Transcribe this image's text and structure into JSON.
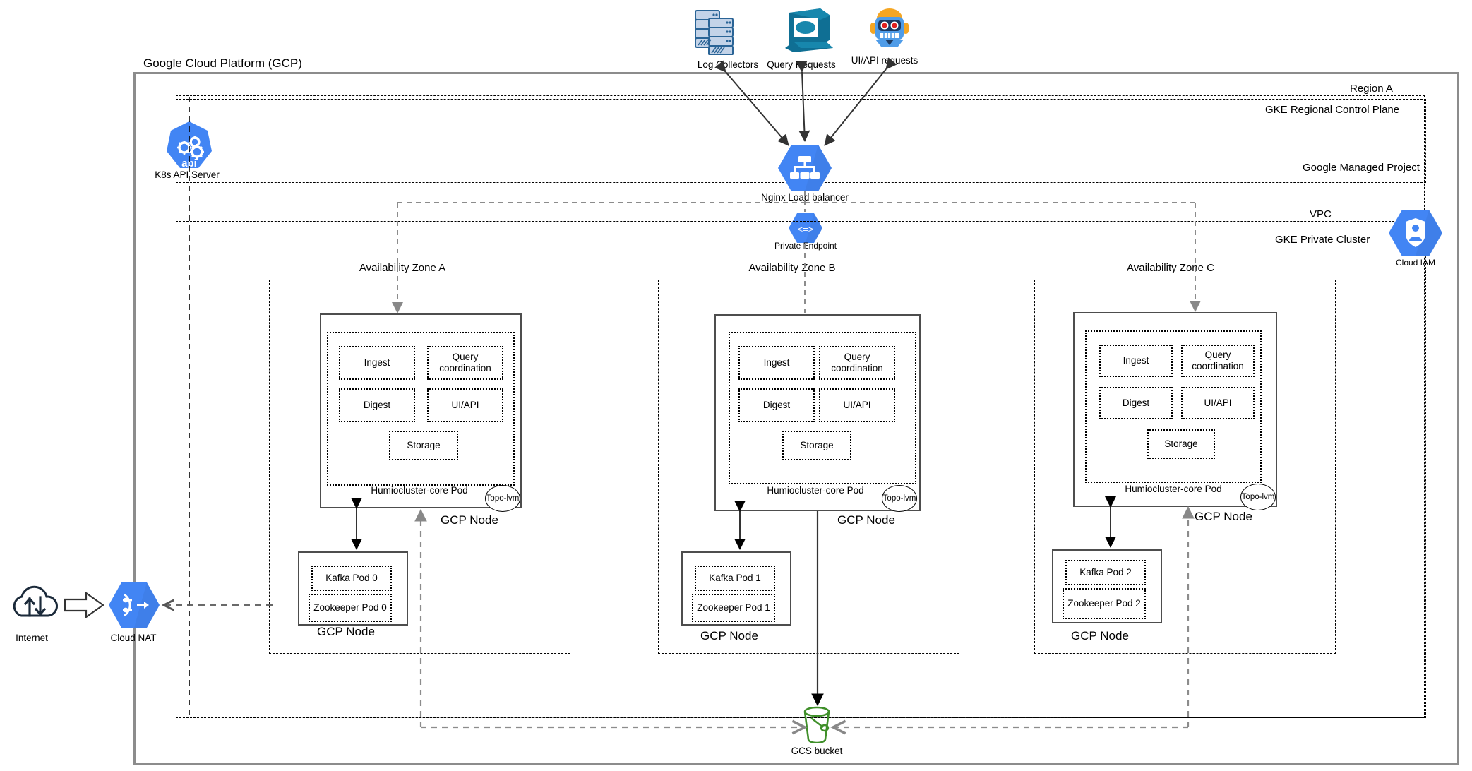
{
  "diagram": {
    "title": "Google Cloud Platform (GCP)",
    "region_label": "Region A",
    "control_plane_label": "GKE Regional Control Plane",
    "managed_project_label": "Google Managed Project",
    "vpc_label": "VPC",
    "private_cluster_label": "GKE Private Cluster"
  },
  "clients": [
    {
      "id": "log-collectors",
      "label": "Log Collectors",
      "icon": "servers-icon"
    },
    {
      "id": "query-requests",
      "label": "Query Requests",
      "icon": "monitor-icon"
    },
    {
      "id": "uiapi-requests",
      "label": "UI/API requests",
      "icon": "robot-icon"
    }
  ],
  "nodes": {
    "k8s_api": {
      "label": "K8s API Server",
      "icon": "kubernetes-api-icon",
      "badge": "api",
      "color": "#4285f4"
    },
    "load_balancer": {
      "label": "Nginx Load balancer",
      "icon": "load-balancer-icon",
      "color": "#4285f4"
    },
    "private_endpoint": {
      "label": "Private Endpoint",
      "icon": "private-endpoint-icon",
      "color": "#4285f4"
    },
    "cloud_iam": {
      "label": "Cloud IAM",
      "icon": "cloud-iam-icon",
      "color": "#4285f4"
    },
    "cloud_nat": {
      "label": "Cloud NAT",
      "icon": "cloud-nat-icon",
      "color": "#4285f4"
    },
    "internet": {
      "label": "Internet",
      "icon": "internet-cloud-icon"
    },
    "gcs_bucket": {
      "label": "GCS bucket",
      "icon": "bucket-icon",
      "color": "#3f8f29"
    }
  },
  "zones": [
    {
      "id": "zone-a",
      "label": "Availability Zone A",
      "core_node": {
        "node_label": "GCP Node",
        "pod_label": "Humiocluster-core Pod",
        "topo_label": "Topo-lvm",
        "services": [
          "Ingest",
          "Query coordination",
          "Digest",
          "UI/API",
          "Storage"
        ]
      },
      "kafka_node": {
        "node_label": "GCP Node",
        "pods": [
          "Kafka Pod 0",
          "Zookeeper Pod 0"
        ]
      }
    },
    {
      "id": "zone-b",
      "label": "Availability Zone B",
      "core_node": {
        "node_label": "GCP Node",
        "pod_label": "Humiocluster-core Pod",
        "topo_label": "Topo-lvm",
        "services": [
          "Ingest",
          "Query coordination",
          "Digest",
          "UI/API",
          "Storage"
        ]
      },
      "kafka_node": {
        "node_label": "GCP Node",
        "pods": [
          "Kafka Pod 1",
          "Zookeeper Pod 1"
        ]
      }
    },
    {
      "id": "zone-c",
      "label": "Availability Zone C",
      "core_node": {
        "node_label": "GCP Node",
        "pod_label": "Humiocluster-core Pod",
        "topo_label": "Topo-lvm",
        "services": [
          "Ingest",
          "Query coordination",
          "Digest",
          "UI/API",
          "Storage"
        ]
      },
      "kafka_node": {
        "node_label": "GCP Node",
        "pods": [
          "Kafka Pod 2",
          "Zookeeper Pod 2"
        ]
      }
    }
  ],
  "colors": {
    "google_blue": "#4285f4",
    "bucket_green": "#3f8f29",
    "frame_gray": "#8c8c8c",
    "node_border": "#4d4d4d"
  }
}
